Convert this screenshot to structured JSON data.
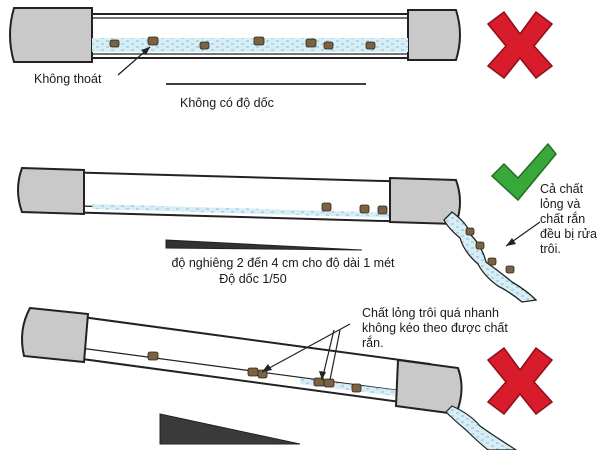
{
  "panel_flat": {
    "pipe_label": "Không thoát",
    "slope_caption": "Không có độ dốc",
    "verdict_icon": "red-x-icon"
  },
  "panel_correct": {
    "slope_caption_line1": "độ nghiêng 2 đến 4 cm cho độ dài 1 mét",
    "slope_caption_line2": "Độ dốc 1/50",
    "outflow_label": "Cả chất lỏng và chất rắn đều bị rửa trôi.",
    "verdict_icon": "green-check-icon"
  },
  "panel_steep": {
    "annotation": "Chất lỏng trôi quá nhanh không kéo theo được chất rắn.",
    "verdict_icon": "red-x-icon"
  },
  "colors": {
    "pipe_gray": "#c9c9c9",
    "water": "#d7eef7",
    "solid_brown": "#7a6242",
    "cross_red": "#d91c2c",
    "check_green": "#39a83a"
  }
}
